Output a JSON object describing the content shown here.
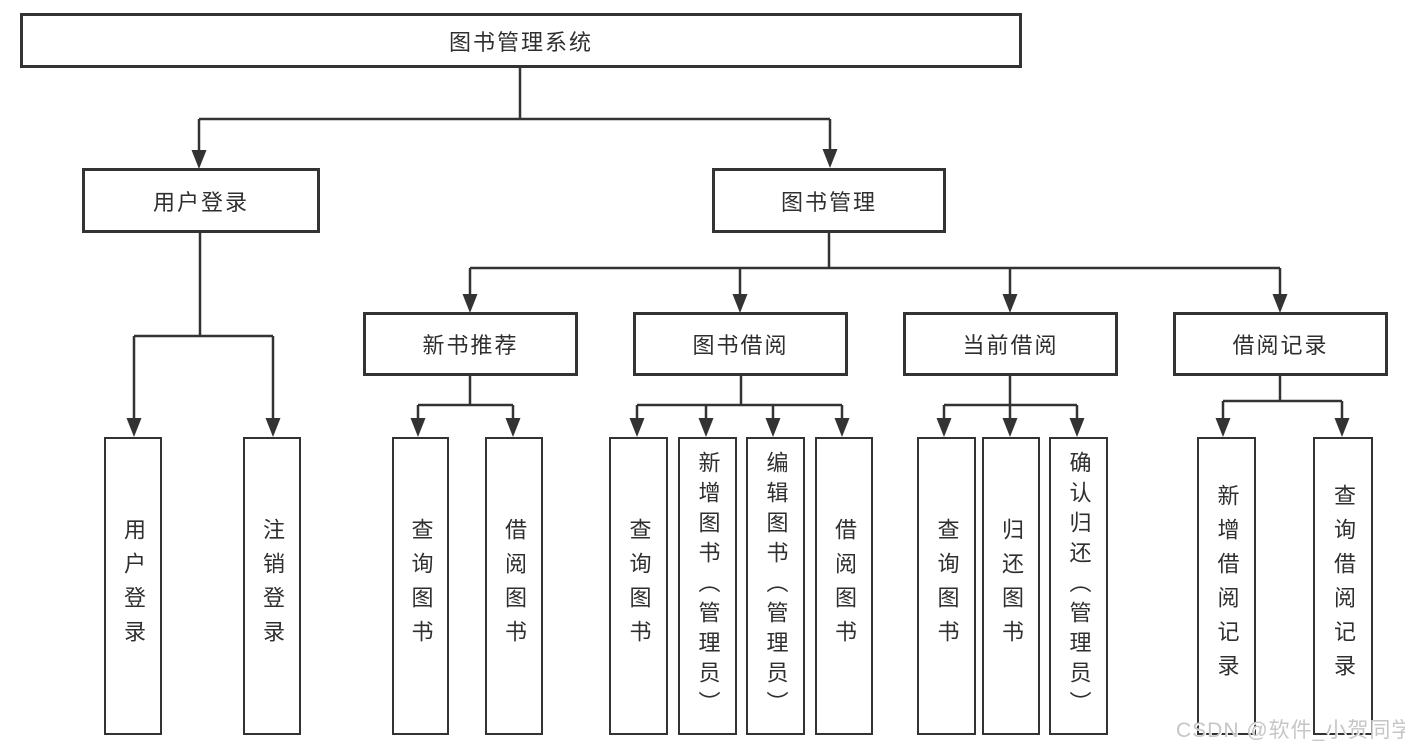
{
  "diagram": {
    "root": {
      "label": "图书管理系统"
    },
    "level1": [
      {
        "label": "用户登录"
      },
      {
        "label": "图书管理"
      }
    ],
    "level2": [
      {
        "label": "新书推荐"
      },
      {
        "label": "图书借阅"
      },
      {
        "label": "当前借阅"
      },
      {
        "label": "借阅记录"
      }
    ],
    "leaves": {
      "user_login": [
        "用户登录",
        "注销登录"
      ],
      "new_books": [
        "查询图书",
        "借阅图书"
      ],
      "borrowing": [
        "查询图书",
        "新增图书（管理员）",
        "编辑图书（管理员）",
        "借阅图书"
      ],
      "current": [
        "查询图书",
        "归还图书",
        "确认归还（管理员）"
      ],
      "records": [
        "新增借阅记录",
        "查询借阅记录"
      ]
    }
  },
  "watermark": {
    "text": "CSDN @软件_小贺同学"
  },
  "colors": {
    "line": "#333333",
    "box_border": "#333333",
    "box_fill": "#ffffff",
    "text": "#2f2f2f",
    "background": "#ffffff",
    "watermark": "#c6c6c6"
  }
}
